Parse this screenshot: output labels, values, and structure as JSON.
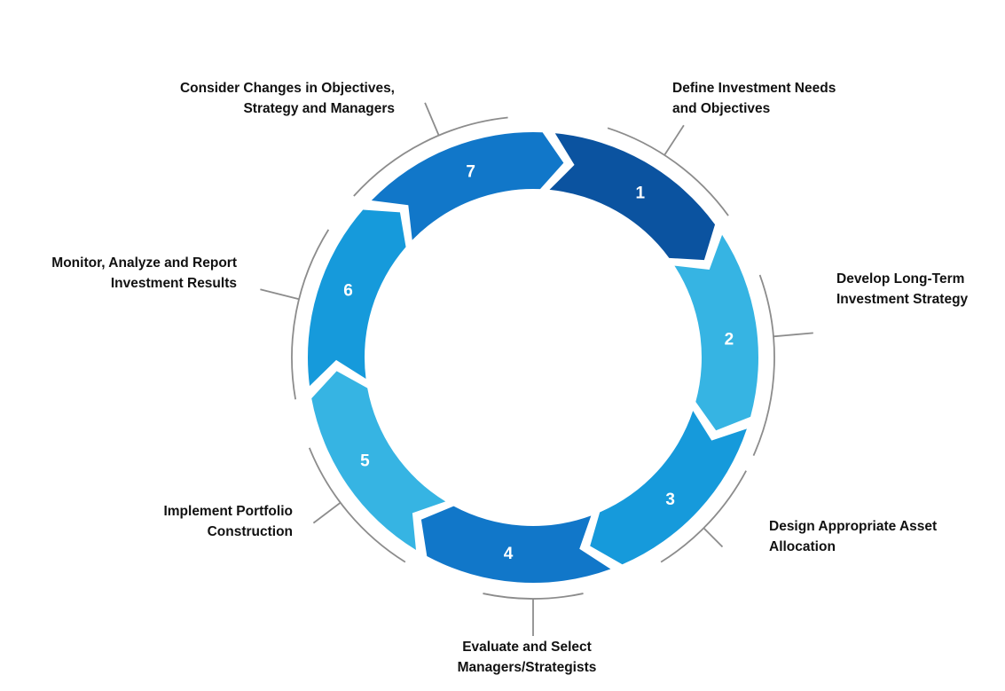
{
  "diagram": {
    "type": "cycle",
    "direction": "clockwise",
    "steps": [
      {
        "number": "1",
        "label_lines": [
          "Define Investment Needs",
          "and Objectives"
        ],
        "color": "#0B53A0"
      },
      {
        "number": "2",
        "label_lines": [
          "Develop Long-Term",
          "Investment Strategy"
        ],
        "color": "#36B4E3"
      },
      {
        "number": "3",
        "label_lines": [
          "Design Appropriate Asset",
          "Allocation"
        ],
        "color": "#169ADB"
      },
      {
        "number": "4",
        "label_lines": [
          "Evaluate and Select",
          "Managers/Strategists"
        ],
        "color": "#1177C9"
      },
      {
        "number": "5",
        "label_lines": [
          "Implement Portfolio",
          "Construction"
        ],
        "color": "#36B4E3"
      },
      {
        "number": "6",
        "label_lines": [
          "Monitor, Analyze and Report",
          "Investment Results"
        ],
        "color": "#169ADB"
      },
      {
        "number": "7",
        "label_lines": [
          "Consider Changes in Objectives,",
          "Strategy and Managers"
        ],
        "color": "#1177C9"
      }
    ],
    "connector_color": "#8C8C8C",
    "number_color": "#FFFFFF"
  }
}
